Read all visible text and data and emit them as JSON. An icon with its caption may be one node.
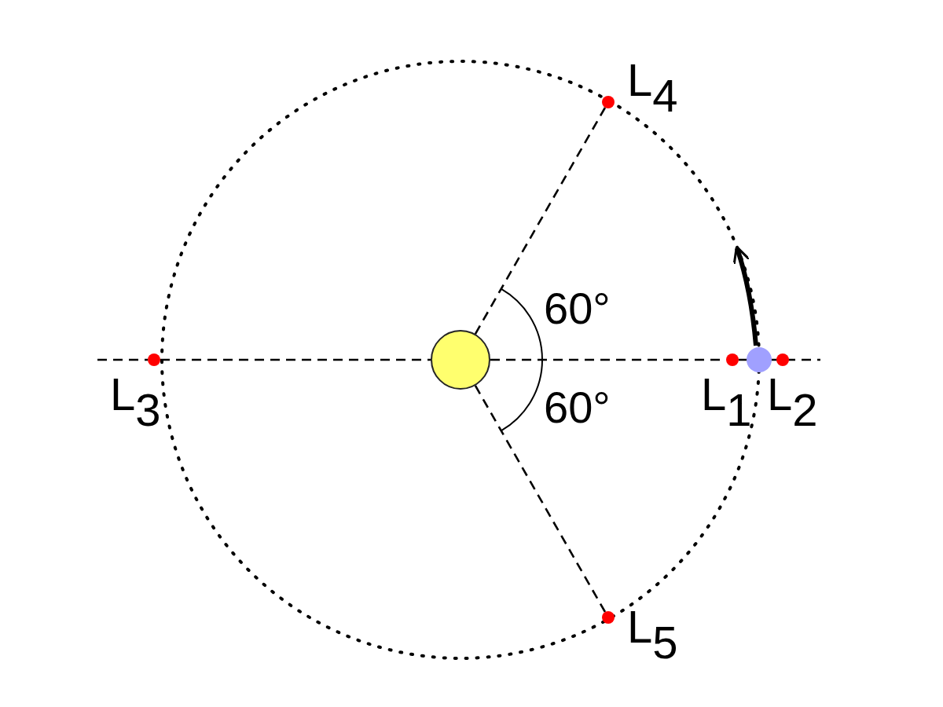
{
  "diagram": {
    "nodes": [
      {
        "text": [
          "L$_{4}$"
        ]
      },
      {
        "text": [
          "L$_{3}$"
        ]
      },
      {
        "text": [],
        "shape": "circle"
      },
      {
        "text": [
          "L$_{1}$"
        ]
      },
      {
        "text": [],
        "shape": "circle"
      },
      {
        "text": [
          "L$_{2}$"
        ]
      },
      {
        "text": [
          "L$_{5}$"
        ]
      }
    ],
    "edges": [
      {
        "from": 2,
        "to": 0,
        "arrow": "none",
        "style": "dashed"
      },
      {
        "from": 1,
        "to": 2,
        "arrow": "none",
        "style": "dashed"
      },
      {
        "from": 2,
        "to": 3,
        "arrow": "none",
        "style": "dashed"
      },
      {
        "from": 2,
        "to": 6,
        "arrow": "none",
        "style": "dashed"
      }
    ],
    "labels": [
      "60°",
      "60°"
    ]
  }
}
